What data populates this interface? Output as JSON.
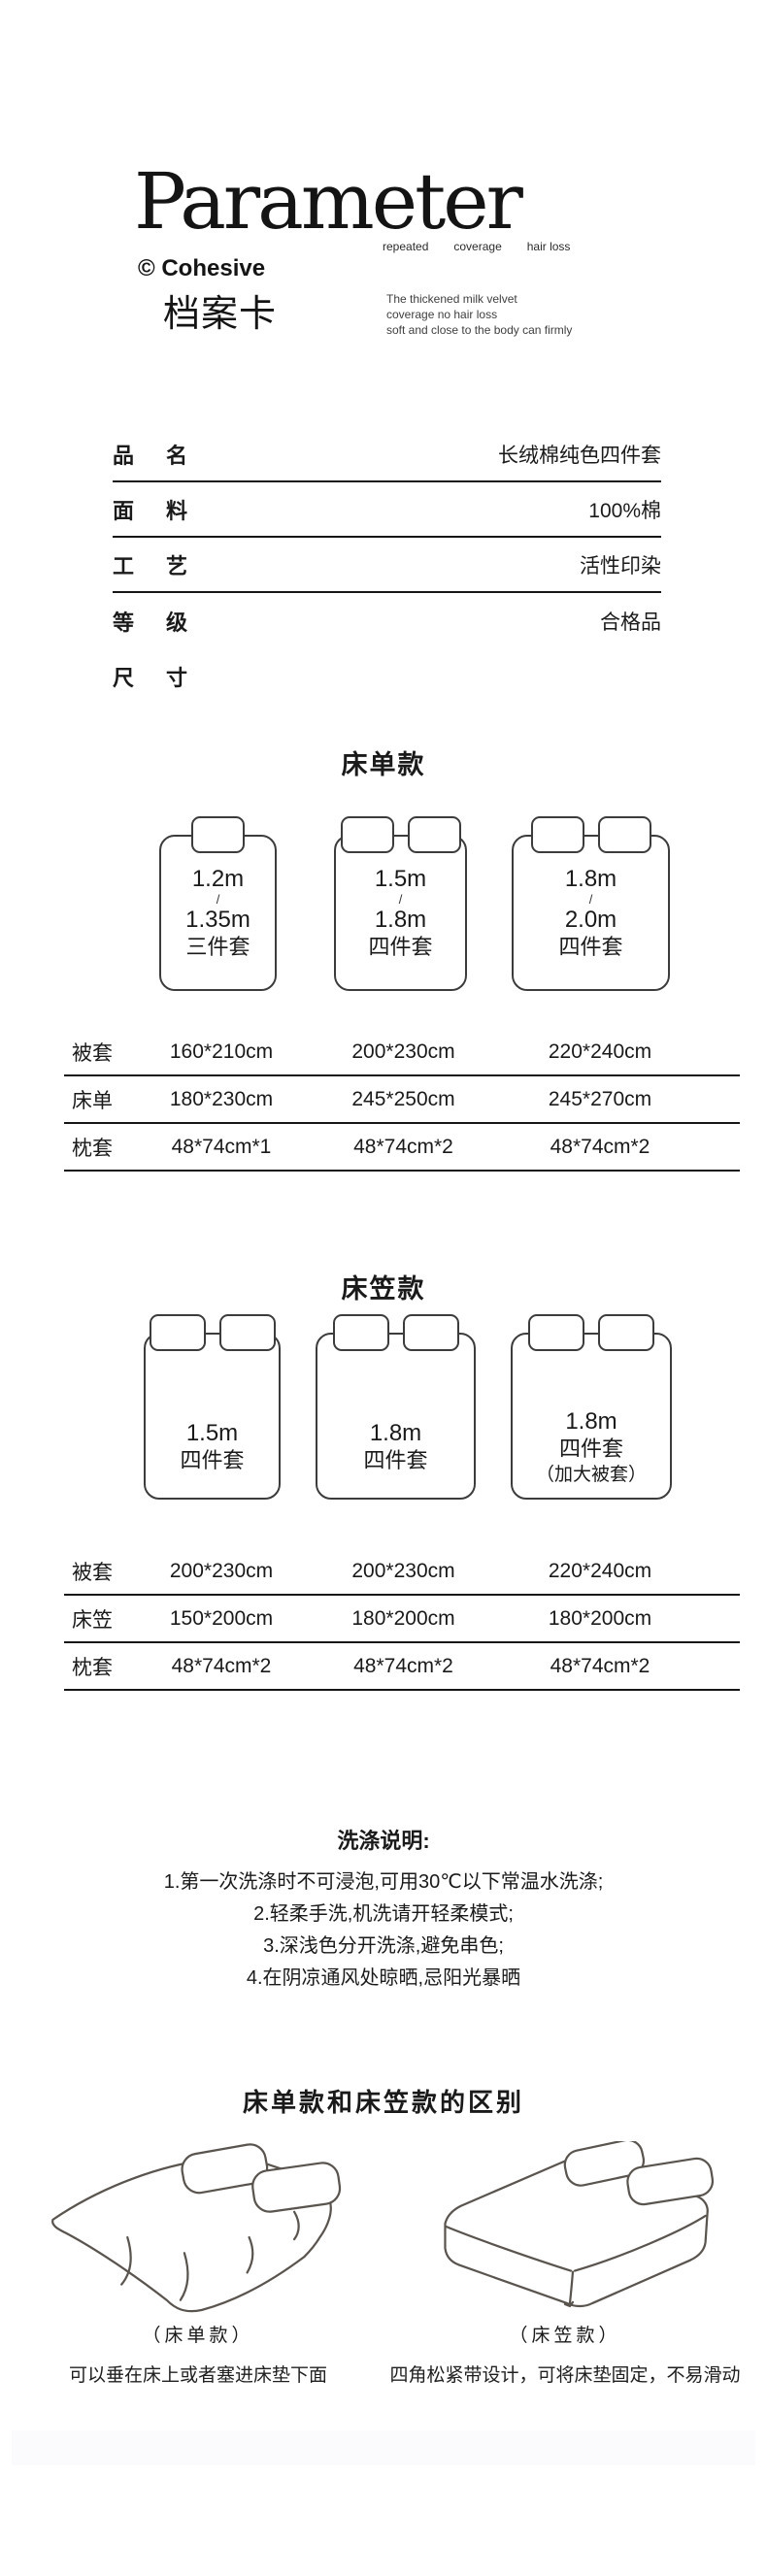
{
  "header": {
    "title": "Parameter",
    "keywords": [
      "repeated",
      "coverage",
      "hair loss"
    ],
    "brand": "© Cohesive",
    "subtitle_cn": "档案卡",
    "desc_line1": "The thickened milk velvet",
    "desc_line2": "coverage no hair loss",
    "desc_line3": "soft and close to the body can firmly"
  },
  "spec_table": {
    "rows": [
      {
        "label": "品名",
        "value": "长绒棉纯色四件套"
      },
      {
        "label": "面料",
        "value": "100%棉"
      },
      {
        "label": "工艺",
        "value": "活性印染"
      },
      {
        "label": "等级",
        "value": "合格品"
      },
      {
        "label": "尺寸",
        "value": ""
      }
    ]
  },
  "sheet_section": {
    "title": "床单款",
    "beds": [
      {
        "size1": "1.2m",
        "slash": "/",
        "size2": "1.35m",
        "set": "三件套"
      },
      {
        "size1": "1.5m",
        "slash": "/",
        "size2": "1.8m",
        "set": "四件套"
      },
      {
        "size1": "1.8m",
        "slash": "/",
        "size2": "2.0m",
        "set": "四件套"
      }
    ],
    "size_table": [
      {
        "label": "被套",
        "v1": "160*210cm",
        "v2": "200*230cm",
        "v3": "220*240cm"
      },
      {
        "label": "床单",
        "v1": "180*230cm",
        "v2": "245*250cm",
        "v3": "245*270cm"
      },
      {
        "label": "枕套",
        "v1": "48*74cm*1",
        "v2": "48*74cm*2",
        "v3": "48*74cm*2"
      }
    ]
  },
  "fitted_section": {
    "title": "床笠款",
    "beds": [
      {
        "size1": "1.5m",
        "set": "四件套",
        "note": ""
      },
      {
        "size1": "1.8m",
        "set": "四件套",
        "note": ""
      },
      {
        "size1": "1.8m",
        "set": "四件套",
        "note": "（加大被套）"
      }
    ],
    "size_table": [
      {
        "label": "被套",
        "v1": "200*230cm",
        "v2": "200*230cm",
        "v3": "220*240cm"
      },
      {
        "label": "床笠",
        "v1": "150*200cm",
        "v2": "180*200cm",
        "v3": "180*200cm"
      },
      {
        "label": "枕套",
        "v1": "48*74cm*2",
        "v2": "48*74cm*2",
        "v3": "48*74cm*2"
      }
    ]
  },
  "washing": {
    "title": "洗涤说明:",
    "line1": "1.第一次洗涤时不可浸泡,可用30℃以下常温水洗涤;",
    "line2": "2.轻柔手洗,机洗请开轻柔模式;",
    "line3": "3.深浅色分开洗涤,避免串色;",
    "line4": "4.在阴凉通风处晾晒,忌阳光暴晒"
  },
  "difference": {
    "title": "床单款和床笠款的区别",
    "left_caption": "（床单款）",
    "left_desc": "可以垂在床上或者塞进床垫下面",
    "right_caption": "（床笠款）",
    "right_desc": "四角松紧带设计，可将床垫固定，不易滑动"
  },
  "colors": {
    "ink": "#1a1a1a",
    "line_art": "#5a544e",
    "bed_outline": "#3c3c3c"
  }
}
